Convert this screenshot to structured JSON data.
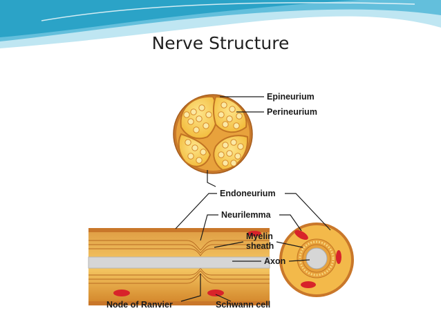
{
  "slide": {
    "title": "Nerve Structure"
  },
  "diagram": {
    "labels": {
      "epineurium": "Epineurium",
      "perineurium": "Perineurium",
      "endoneurium": "Endoneurium",
      "neurilemma": "Neurilemma",
      "myelin_line1": "Myelin",
      "myelin_line2": "sheath",
      "axon": "Axon",
      "node_of_ranvier": "Node of Ranvier",
      "schwann_cell": "Schwann cell"
    },
    "colors": {
      "header_teal": "#2ba3c7",
      "header_light": "#bfe6f2",
      "tissue_yellow": "#f7c74a",
      "tissue_orange": "#e59a2d",
      "sheath_brown": "#c9772a",
      "axon_gray": "#d6d6d6",
      "schwann_red": "#d8232a"
    }
  }
}
